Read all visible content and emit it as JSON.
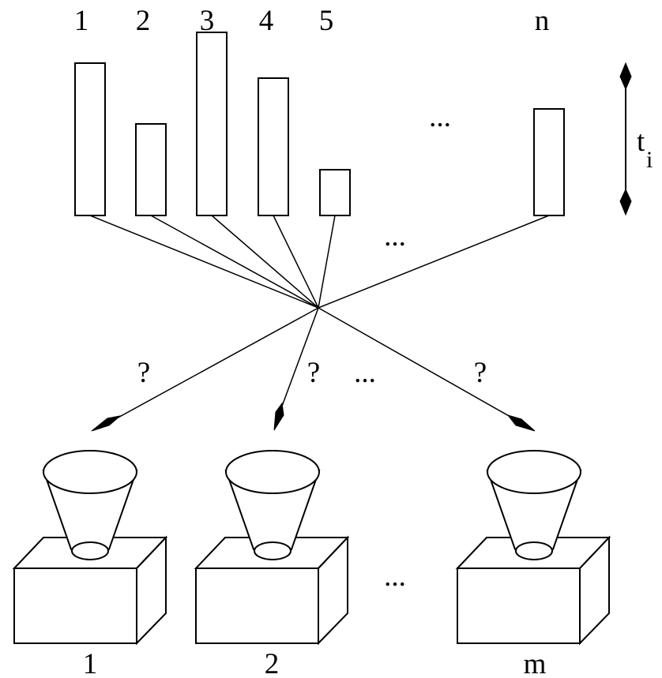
{
  "jobs": {
    "labels": [
      "1",
      "2",
      "3",
      "4",
      "5",
      "n"
    ],
    "ellipsis": "..."
  },
  "time_axis": {
    "label": "t",
    "subscript": "i"
  },
  "connections": {
    "ellipsis": "...",
    "assignment_labels": [
      "?",
      "?",
      "?"
    ],
    "ellipsis_between_arrows": "..."
  },
  "machines": {
    "labels": [
      "1",
      "2",
      "m"
    ],
    "ellipsis": "..."
  }
}
